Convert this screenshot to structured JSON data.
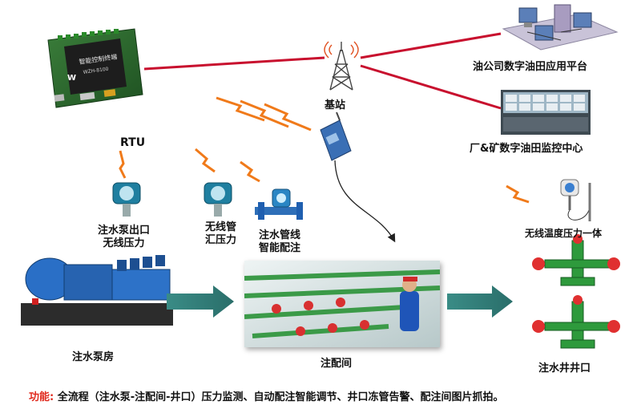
{
  "nodes": {
    "rtu": {
      "label": "RTU",
      "device_text": "智能控制终端",
      "model": "WZH-8100"
    },
    "base_station": {
      "label": "基站"
    },
    "oil_company_platform": {
      "label": "油公司数字油田应用平台"
    },
    "plant_monitor_center": {
      "label": "厂&矿数字油田监控中心"
    },
    "pump_outlet_pressure": {
      "line1": "注水泵出口",
      "line2": "无线压力"
    },
    "manifold_pressure": {
      "line1": "无线管",
      "line2": "汇压力"
    },
    "smart_allocation": {
      "line1": "注水管线",
      "line2": "智能配注"
    },
    "temp_pressure": {
      "label": "无线温度压力一体"
    },
    "pump_room": {
      "label": "注水泵房"
    },
    "distribution_room": {
      "label": "注配间"
    },
    "wellhead": {
      "label": "注水井井口"
    }
  },
  "footer": {
    "key": "功能:",
    "text": "全流程（注水泵-注配间-井口）压力监测、自动配注智能调节、井口冻管告警、配注间图片抓拍。"
  },
  "colors": {
    "link_red": "#c8102e",
    "arrow_teal": "#2f7f7a",
    "signal_orange": "#f07a1a",
    "valve_green": "#2e9a3c",
    "pump_blue": "#1f5fb0"
  }
}
